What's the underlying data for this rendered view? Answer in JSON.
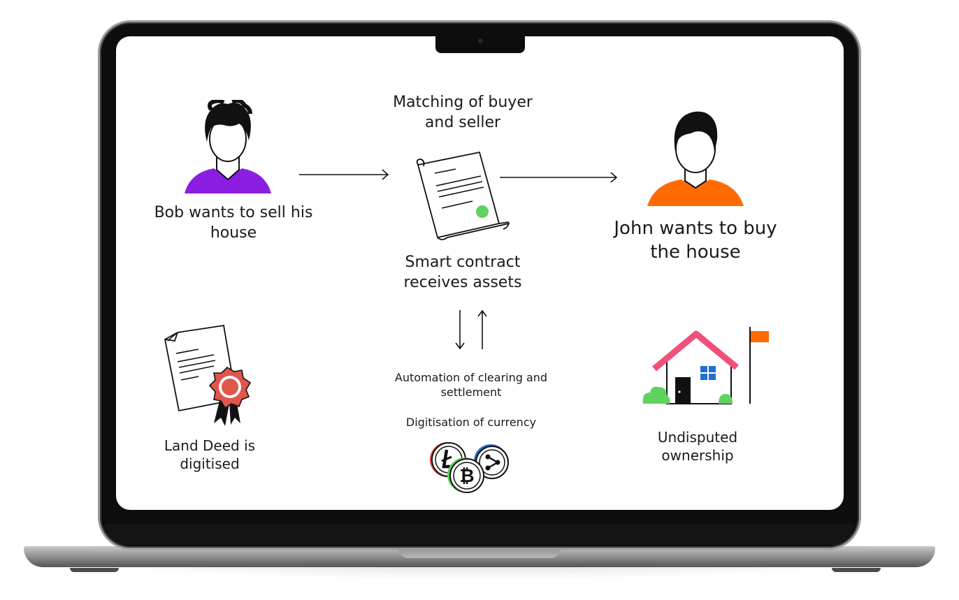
{
  "diagram": {
    "matching_label": "Matching of buyer and seller",
    "seller_label": "Bob wants to sell his house",
    "buyer_label": "John wants to buy the house",
    "contract_label": "Smart contract receives assets",
    "deed_label": "Land Deed is digitised",
    "automation_label": "Automation of clearing and settlement",
    "currency_label": "Digitisation of currency",
    "ownership_label": "Undisputed ownership"
  },
  "colors": {
    "seller_shirt": "#8b1ee0",
    "buyer_shirt": "#ff6b00",
    "roof": "#f0507a",
    "flag": "#ff6b00",
    "window": "#1e6fd9",
    "bush": "#5fd35f",
    "seal": "#e0564a",
    "contract_seal": "#5fd35f"
  },
  "icons": [
    "seller-person-icon",
    "buyer-person-icon",
    "smart-contract-scroll-icon",
    "land-deed-certificate-icon",
    "house-with-flag-icon",
    "litecoin-icon",
    "bitcoin-icon",
    "ripple-icon"
  ]
}
